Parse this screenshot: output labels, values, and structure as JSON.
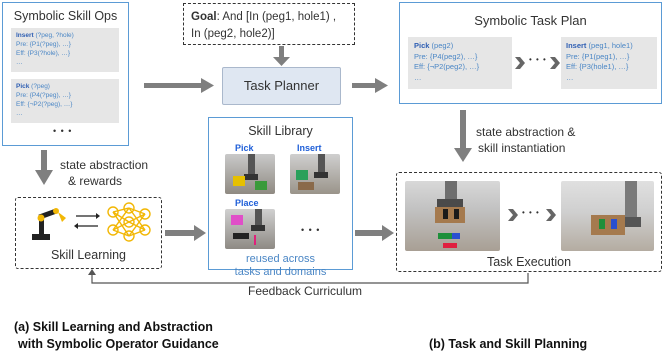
{
  "goal": {
    "label": "Goal",
    "text_line1": ": And [In (peg1, hole1) ,",
    "text_line2": "In (peg2, hole2)]"
  },
  "skill_ops": {
    "title": "Symbolic Skill Ops",
    "card1": {
      "name": "Insert",
      "args": " (?peg, ?hole)",
      "pre": "Pre: {P1(?peg), …}",
      "eff": "Eff: {P3(?hole), …}",
      "more": "…"
    },
    "card2": {
      "name": "Pick",
      "args": " (?peg)",
      "pre": "Pre: {P4(?peg), …}",
      "eff": "Eff: {¬P2(?peg), …}",
      "more": "…"
    },
    "ellipsis": "• • •"
  },
  "task_planner": {
    "label": "Task Planner"
  },
  "task_plan": {
    "title": "Symbolic Task Plan",
    "card1": {
      "name": "Pick",
      "args": " (peg2)",
      "pre": "Pre: {P4(peg2), …}",
      "eff": "Eff: {¬P2(peg2), …}",
      "more": "…"
    },
    "card2": {
      "name": "Insert",
      "args": " (peg1, hole1)",
      "pre": "Pre: {P1(peg1), …}",
      "eff": "Eff: {P3(hole1), …}",
      "more": "…"
    },
    "ellipsis": "• • •"
  },
  "skill_library": {
    "title": "Skill Library",
    "pick": "Pick",
    "insert": "Insert",
    "place": "Place",
    "ellipsis": "• • •",
    "reuse_line1": "reused across",
    "reuse_line2": "tasks and domains"
  },
  "skill_learning": {
    "label": "Skill Learning"
  },
  "task_execution": {
    "label": "Task Execution",
    "ellipsis": "• • •"
  },
  "arrows": {
    "state_abs_rewards_line1": "state abstraction",
    "state_abs_rewards_line2": "& rewards",
    "state_abs_inst_line1": "state abstraction &",
    "state_abs_inst_line2": "skill instantiation",
    "feedback": "Feedback Curriculum"
  },
  "captions": {
    "a_line1": "(a) Skill Learning and Abstraction",
    "a_line2": "with Symbolic Operator Guidance",
    "b": "(b) Task and Skill Planning"
  },
  "colors": {
    "accent_blue": "#5b9bd5",
    "text_blue": "#4a86c5",
    "arrow_gray": "#7f7f7f",
    "card_gray": "#e6e6e6",
    "neural_yellow": "#f2b705"
  }
}
